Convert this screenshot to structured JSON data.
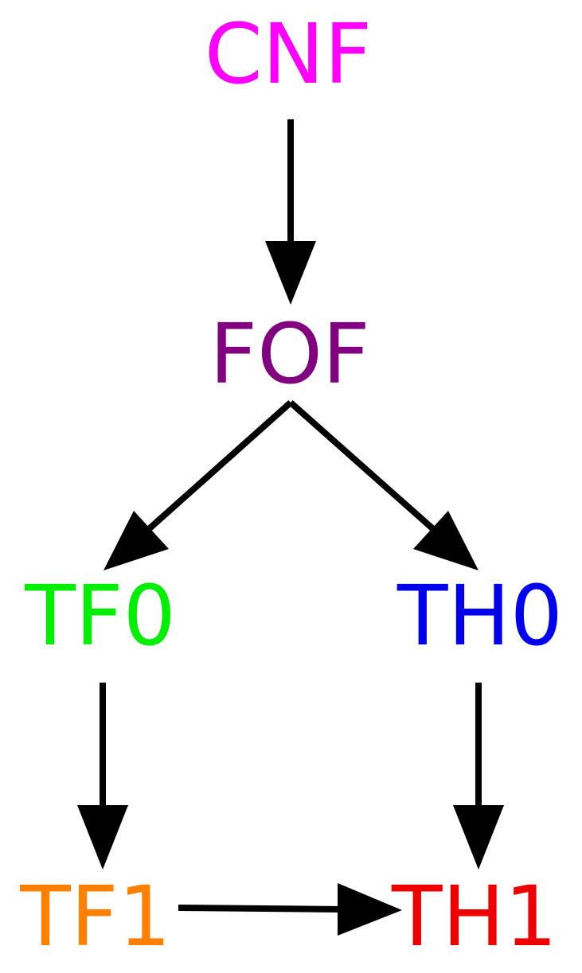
{
  "nodes": {
    "cnf": {
      "label": "CNF",
      "color": "#ff00ff"
    },
    "fof": {
      "label": "FOF",
      "color": "#800080"
    },
    "tf0": {
      "label": "TF0",
      "color": "#00ee00"
    },
    "th0": {
      "label": "TH0",
      "color": "#0000ee"
    },
    "tf1": {
      "label": "TF1",
      "color": "#ff8000"
    },
    "th1": {
      "label": "TH1",
      "color": "#ee0000"
    }
  },
  "edges": [
    {
      "from": "CNF",
      "to": "FOF"
    },
    {
      "from": "FOF",
      "to": "TF0"
    },
    {
      "from": "FOF",
      "to": "TH0"
    },
    {
      "from": "TF0",
      "to": "TF1"
    },
    {
      "from": "TH0",
      "to": "TH1"
    },
    {
      "from": "TF1",
      "to": "TH1"
    }
  ],
  "arrow_color": "#000000"
}
